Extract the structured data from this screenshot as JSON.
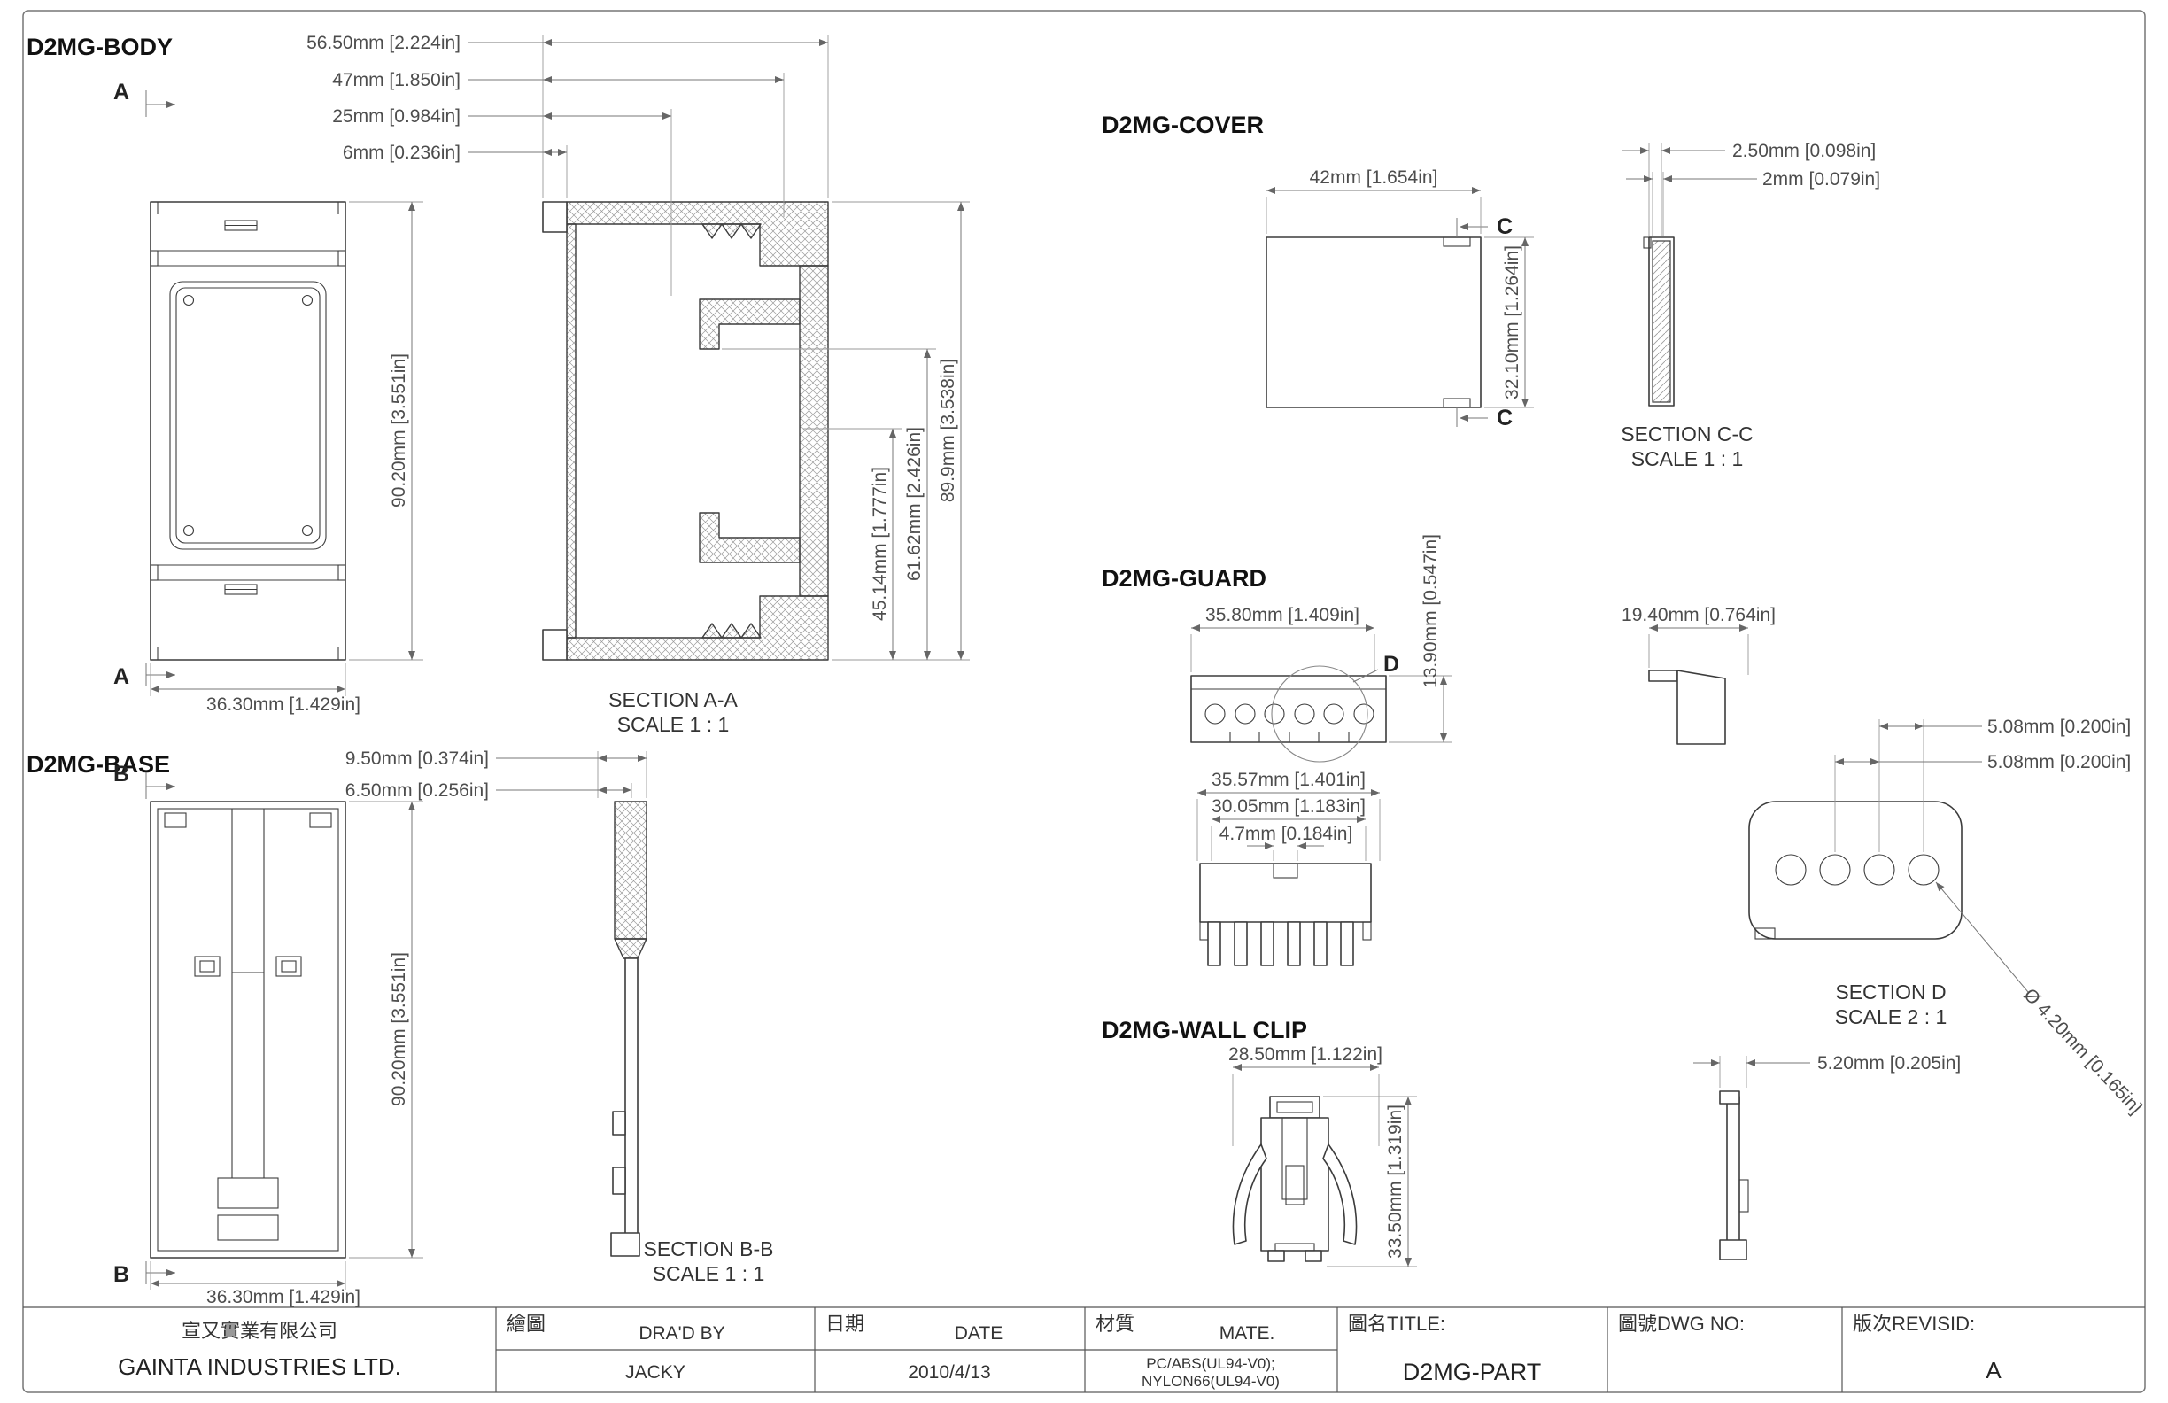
{
  "views": {
    "body": {
      "title": "D2MG-BODY",
      "mark": "A",
      "dims": {
        "w1": "56.50mm [2.224in]",
        "w2": "47mm [1.850in]",
        "w3": "25mm [0.984in]",
        "w4": "6mm [0.236in]",
        "height": "90.20mm [3.551in]",
        "width": "36.30mm [1.429in]",
        "s1": "45.14mm [1.777in]",
        "s2": "61.62mm [2.426in]",
        "s3": "89.9mm [3.538in]"
      },
      "section": {
        "label": "SECTION A-A",
        "scale": "SCALE 1 : 1"
      }
    },
    "base": {
      "title": "D2MG-BASE",
      "mark": "B",
      "dims": {
        "t1": "9.50mm [0.374in]",
        "t2": "6.50mm [0.256in]",
        "height": "90.20mm [3.551in]",
        "width": "36.30mm [1.429in]"
      },
      "section": {
        "label": "SECTION B-B",
        "scale": "SCALE 1 : 1"
      }
    },
    "cover": {
      "title": "D2MG-COVER",
      "mark": "C",
      "dims": {
        "width": "42mm [1.654in]",
        "height": "32.10mm [1.264in]",
        "t1": "2.50mm [0.098in]",
        "t2": "2mm [0.079in]"
      },
      "section": {
        "label": "SECTION C-C",
        "scale": "SCALE 1 : 1"
      }
    },
    "guard": {
      "title": "D2MG-GUARD",
      "detail_mark": "D",
      "dims": {
        "width": "35.80mm [1.409in]",
        "height": "13.90mm [0.547in]",
        "side": "19.40mm [0.764in]",
        "b1": "35.57mm [1.401in]",
        "b2": "30.05mm [1.183in]",
        "b3": "4.7mm [0.184in]",
        "p1": "5.08mm [0.200in]",
        "p2": "5.08mm [0.200in]",
        "dia": "Ø 4.20mm [0.165in]"
      },
      "section": {
        "label": "SECTION D",
        "scale": "SCALE 2 : 1"
      }
    },
    "clip": {
      "title": "D2MG-WALL CLIP",
      "dims": {
        "width": "28.50mm [1.122in]",
        "height": "33.50mm [1.319in]",
        "side": "5.20mm [0.205in]"
      }
    }
  },
  "title_block": {
    "company_cn": "宣又實業有限公司",
    "company_en": "GAINTA INDUSTRIES LTD.",
    "drawn": {
      "label_cn": "繪圖",
      "label_en": "DRA'D BY",
      "value": "JACKY"
    },
    "date": {
      "label_cn": "日期",
      "label_en": "DATE",
      "value": "2010/4/13"
    },
    "material": {
      "label_cn": "材質",
      "label_en": "MATE.",
      "value1": "PC/ABS(UL94-V0);",
      "value2": "NYLON66(UL94-V0)"
    },
    "title": {
      "label": "圖名TITLE:",
      "value": "D2MG-PART"
    },
    "dwg": {
      "label": "圖號DWG NO:",
      "value": ""
    },
    "rev": {
      "label": "版次REVISID:",
      "value": "A"
    }
  }
}
